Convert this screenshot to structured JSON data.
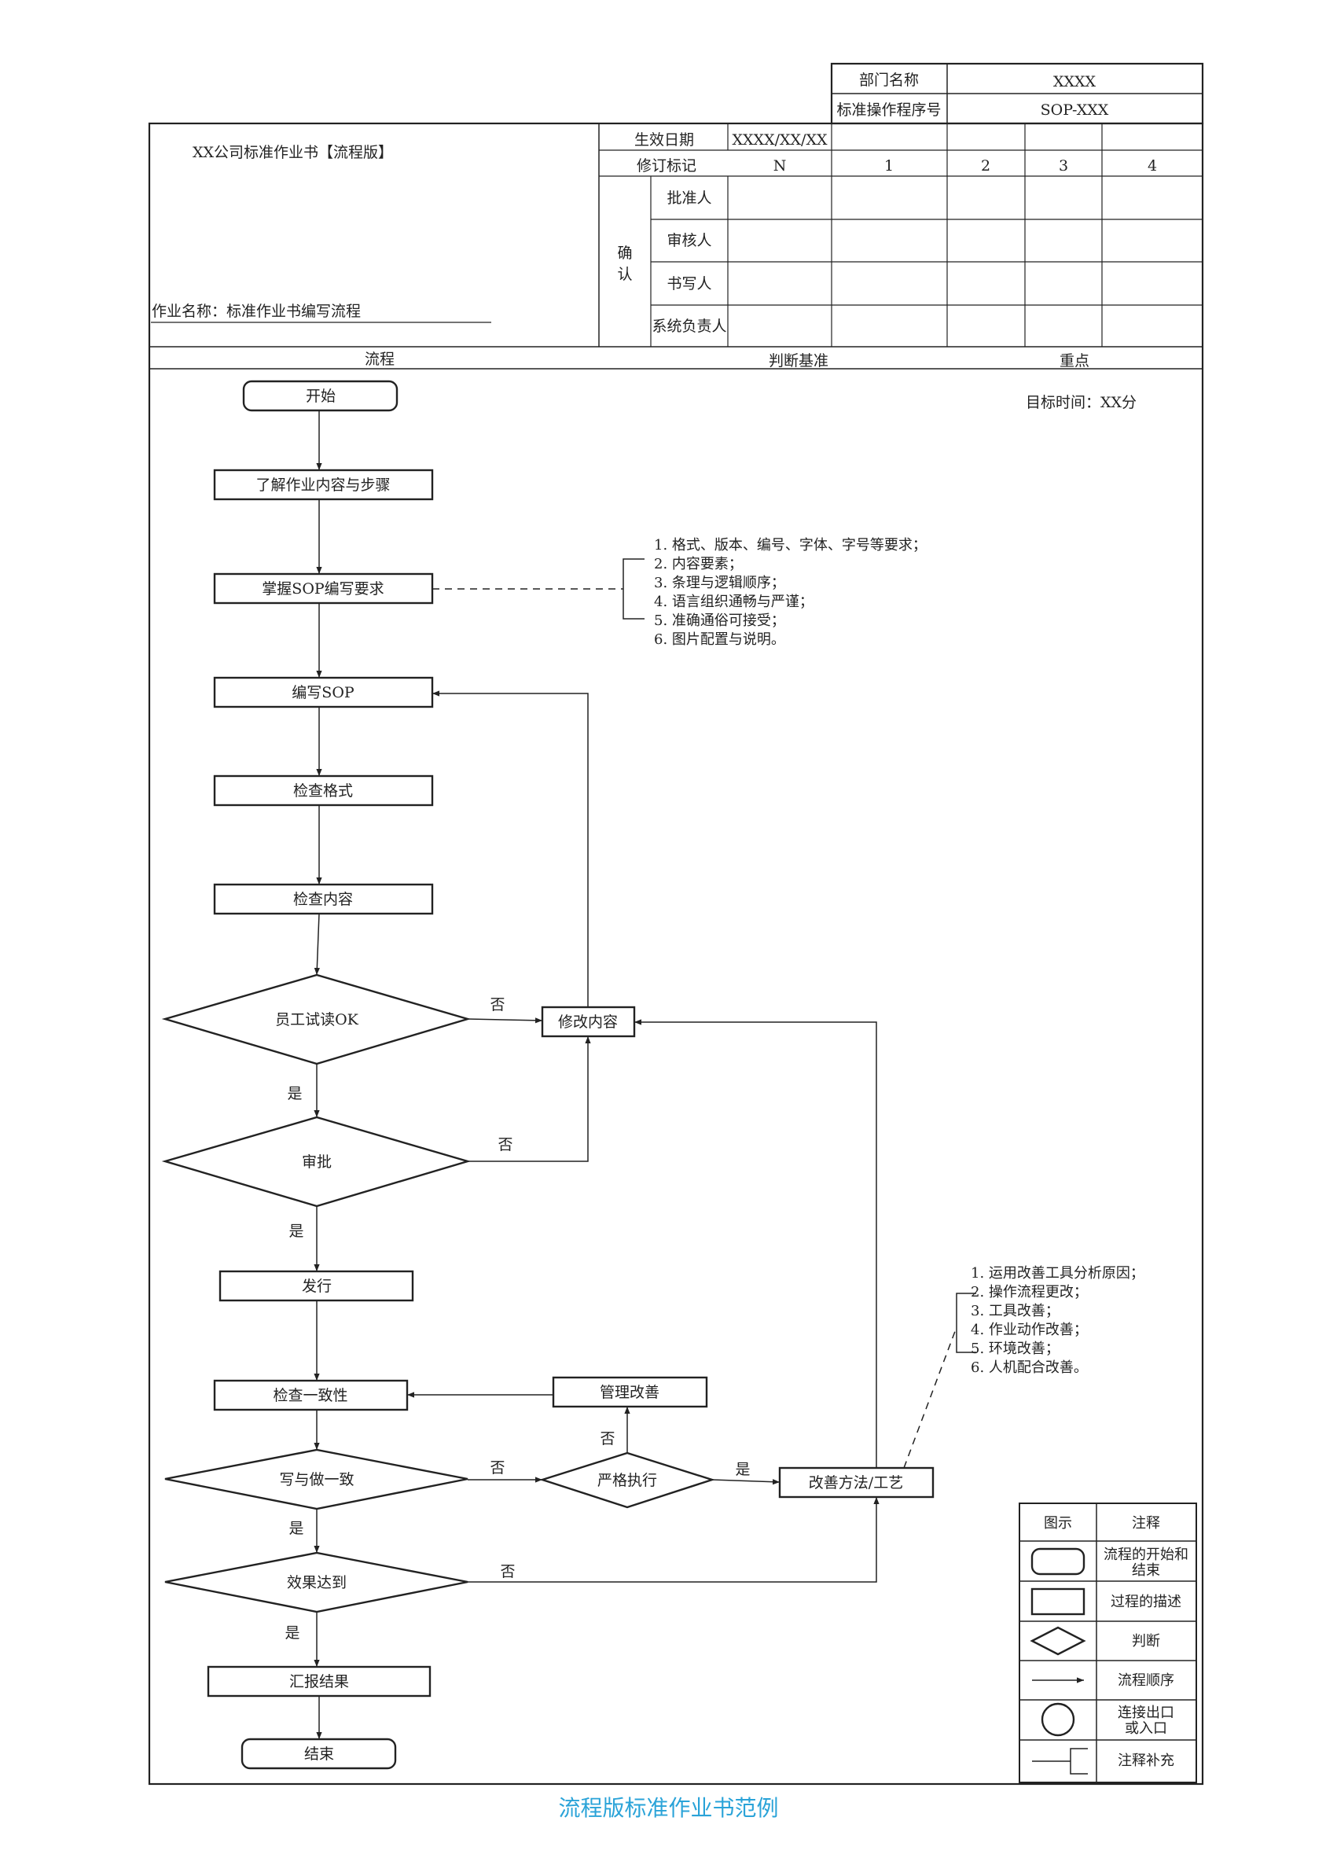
{
  "header": {
    "dept_label": "部门名称",
    "dept_value": "XXXX",
    "sop_no_label": "标准操作程序号",
    "sop_no_value": "SOP-XXX",
    "company_title": "XX公司标准作业书【流程版】",
    "task_name": "作业名称：标准作业书编写流程",
    "effective_label": "生效日期",
    "effective_value": "XXXX/XX/XX",
    "revision_label": "修订标记",
    "revisions": [
      "N",
      "1",
      "2",
      "3",
      "4"
    ],
    "confirm_label_1": "确",
    "confirm_label_2": "认",
    "roles": [
      "批准人",
      "审核人",
      "书写人",
      "系统负责人"
    ]
  },
  "columns": {
    "flow": "流程",
    "criteria": "判断基准",
    "key_points": "重点"
  },
  "target_time": "目标时间：XX分",
  "flow": {
    "start": "开始",
    "understand": "了解作业内容与步骤",
    "master": "掌握SOP编写要求",
    "write": "编写SOP",
    "check_format": "检查格式",
    "check_content": "检查内容",
    "trial_ok": "员工试读OK",
    "modify": "修改内容",
    "approve": "审批",
    "issue": "发行",
    "check_consistency": "检查一致性",
    "mgmt_improve": "管理改善",
    "write_do_match": "写与做一致",
    "strict_exec": "严格执行",
    "improve_method": "改善方法/工艺",
    "effect_achieved": "效果达到",
    "report": "汇报结果",
    "end": "结束"
  },
  "edge_labels": {
    "no": "否",
    "yes": "是"
  },
  "notes_sop": [
    "1. 格式、版本、编号、字体、字号等要求；",
    "2. 内容要素；",
    "3. 条理与逻辑顺序；",
    "4. 语言组织通畅与严谨；",
    "5. 准确通俗可接受；",
    "6. 图片配置与说明。"
  ],
  "notes_improve": [
    "1. 运用改善工具分析原因；",
    "2. 操作流程更改；",
    "3. 工具改善；",
    "4. 作业动作改善；",
    "5. 环境改善；",
    "6. 人机配合改善。"
  ],
  "legend": {
    "col_symbol": "图示",
    "col_note": "注释",
    "items": [
      {
        "icon": "terminal-shape-icon",
        "lines": [
          "流程的开始和",
          "结束"
        ]
      },
      {
        "icon": "process-box-icon",
        "lines": [
          "过程的描述"
        ]
      },
      {
        "icon": "decision-diamond-icon",
        "lines": [
          "判断"
        ]
      },
      {
        "icon": "arrow-icon",
        "lines": [
          "流程顺序"
        ]
      },
      {
        "icon": "connector-circle-icon",
        "lines": [
          "连接出口",
          "或入口"
        ]
      },
      {
        "icon": "annotation-bracket-icon",
        "lines": [
          "注释补充"
        ]
      }
    ]
  },
  "caption": "流程版标准作业书范例"
}
